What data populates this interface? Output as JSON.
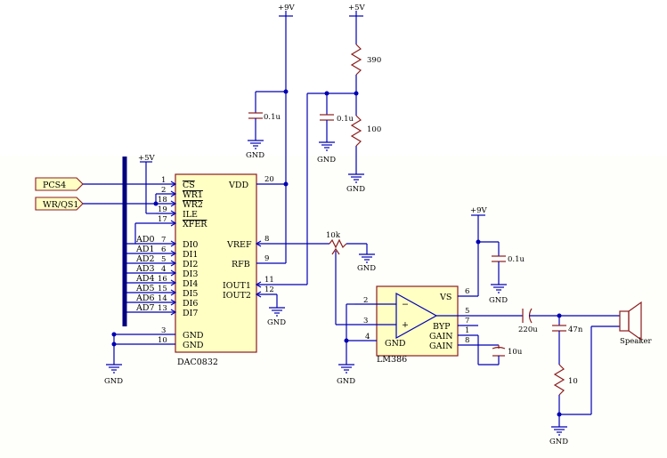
{
  "dac": {
    "part": "DAC0832",
    "pins": [
      {
        "num": "1",
        "name": "CS"
      },
      {
        "num": "2",
        "name": "WR1"
      },
      {
        "num": "18",
        "name": "WR2"
      },
      {
        "num": "19",
        "name": "ILE"
      },
      {
        "num": "17",
        "name": "XFER"
      },
      {
        "num": "7",
        "name": "DI0"
      },
      {
        "num": "6",
        "name": "DI1"
      },
      {
        "num": "5",
        "name": "DI2"
      },
      {
        "num": "4",
        "name": "DI3"
      },
      {
        "num": "16",
        "name": "DI4"
      },
      {
        "num": "15",
        "name": "DI5"
      },
      {
        "num": "14",
        "name": "DI6"
      },
      {
        "num": "13",
        "name": "DI7"
      },
      {
        "num": "3",
        "name": "GND"
      },
      {
        "num": "10",
        "name": "GND"
      }
    ],
    "right_pins": [
      {
        "num": "20",
        "name": "VDD"
      },
      {
        "num": "8",
        "name": "VREF"
      },
      {
        "num": "9",
        "name": "RFB"
      },
      {
        "num": "11",
        "name": "IOUT1"
      },
      {
        "num": "12",
        "name": "IOUT2"
      }
    ]
  },
  "ports": [
    "PCS4",
    "WR/QS1"
  ],
  "bus_lines": [
    "AD0",
    "AD1",
    "AD2",
    "AD3",
    "AD4",
    "AD5",
    "AD6",
    "AD7"
  ],
  "amp": {
    "part": "LM386",
    "left_pins": [
      {
        "num": "2",
        "name": "−"
      },
      {
        "num": "3",
        "name": "+"
      },
      {
        "num": "4",
        "name": "GND"
      }
    ],
    "right_pins": [
      {
        "num": "6",
        "name": "VS"
      },
      {
        "num": "5",
        "name": ""
      },
      {
        "num": "7",
        "name": "BYP"
      },
      {
        "num": "1",
        "name": "GAIN"
      },
      {
        "num": "8",
        "name": "GAIN"
      }
    ]
  },
  "power": {
    "p9v_a": "+9V",
    "p5v_a": "+5V",
    "p5v_b": "+5V",
    "p9v_b": "+9V"
  },
  "gnd": "GND",
  "parts": {
    "c1": "0.1u",
    "c2": "0.1u",
    "r1": "390",
    "r2": "100",
    "pot": "10k",
    "c3": "0.1u",
    "c4": "220u",
    "c5": "10u",
    "c6": "47n",
    "r3": "10",
    "spk": "Speaker"
  }
}
